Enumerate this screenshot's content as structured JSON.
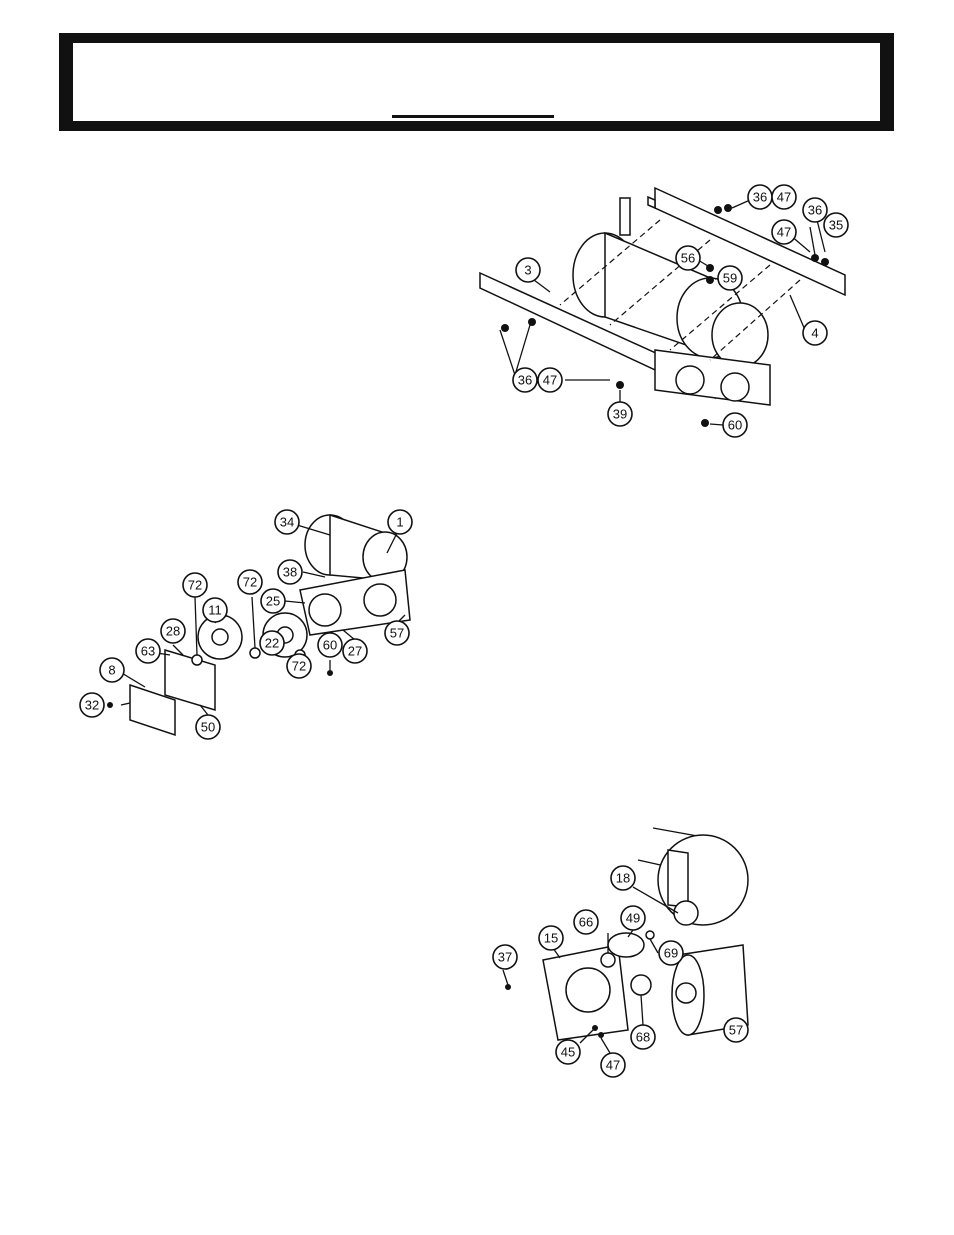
{
  "header": {
    "title": "",
    "subtitle": ""
  },
  "figures": [
    {
      "id": "mounting",
      "callouts": [
        "3",
        "4",
        "35",
        "36",
        "47",
        "36",
        "47",
        "56",
        "59",
        "36",
        "47",
        "39",
        "60"
      ]
    },
    {
      "id": "gear-train",
      "callouts": [
        "34",
        "1",
        "38",
        "25",
        "72",
        "72",
        "11",
        "28",
        "63",
        "8",
        "32",
        "50",
        "22",
        "72",
        "60",
        "27",
        "57"
      ]
    },
    {
      "id": "motor",
      "callouts": [
        "18",
        "66",
        "49",
        "69",
        "15",
        "37",
        "68",
        "57",
        "45",
        "47"
      ]
    }
  ]
}
